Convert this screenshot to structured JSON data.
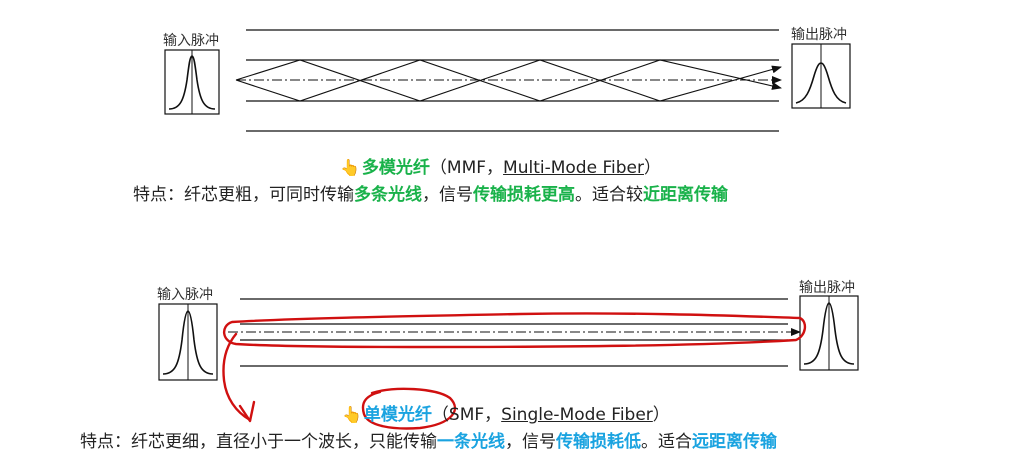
{
  "colors": {
    "green": "#19b24a",
    "blue": "#1aa3e0",
    "annotation_red": "#d01010",
    "line": "#111111"
  },
  "mmf": {
    "input_label": "输入脉冲",
    "output_label": "输出脉冲",
    "title_icon": "pointing-hand-icon",
    "title_name": "多模光纤",
    "title_paren_open": "（MMF，",
    "title_en": "Multi-Mode Fiber",
    "title_paren_close": "）",
    "feature": {
      "p1": "特点：纤芯更粗，可同时传输",
      "h1": "多条光线",
      "p2": "，信号",
      "h2": "传输损耗更高",
      "p3": "。适合较",
      "h3": "近距离传输"
    }
  },
  "smf": {
    "input_label": "输入脉冲",
    "output_label": "输出脉冲",
    "title_icon": "pointing-hand-icon",
    "title_name": "单模光纤",
    "title_paren_open": "（SMF，",
    "title_en": "Single-Mode Fiber",
    "title_paren_close": "）",
    "feature": {
      "p1": "特点：纤芯更细，直径小于一个波长，只能传输",
      "h1": "一条光线",
      "p2": "，信号",
      "h2": "传输损耗低",
      "p3": "。适合",
      "h3": "远距离传输"
    }
  }
}
